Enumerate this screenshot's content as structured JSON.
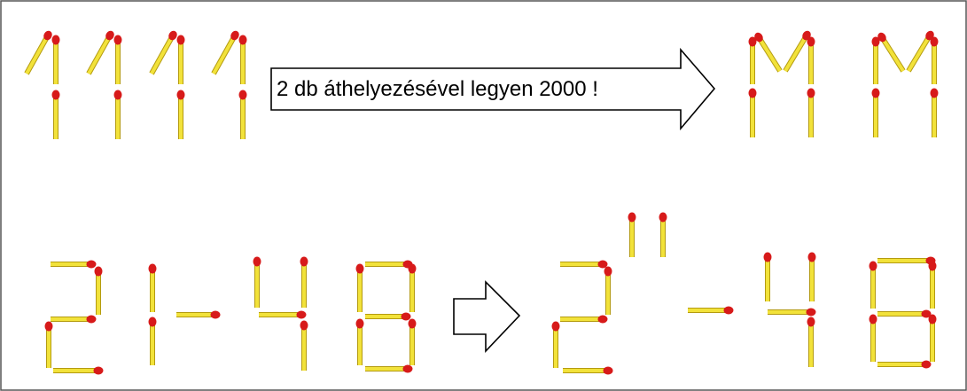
{
  "puzzle": {
    "instruction": "2 db áthelyezésével legyen 2000 !",
    "top_left_digits": "1111",
    "top_right_result": "MM",
    "bottom_left_expression": "21-48",
    "bottom_right_result": "2¹¹-48"
  },
  "colors": {
    "match_stick": "#f2e23a",
    "match_stick_edge": "#b49b10",
    "match_head": "#d71a1a",
    "outline": "#000000",
    "frame": "#555555",
    "background": "#ffffff"
  }
}
